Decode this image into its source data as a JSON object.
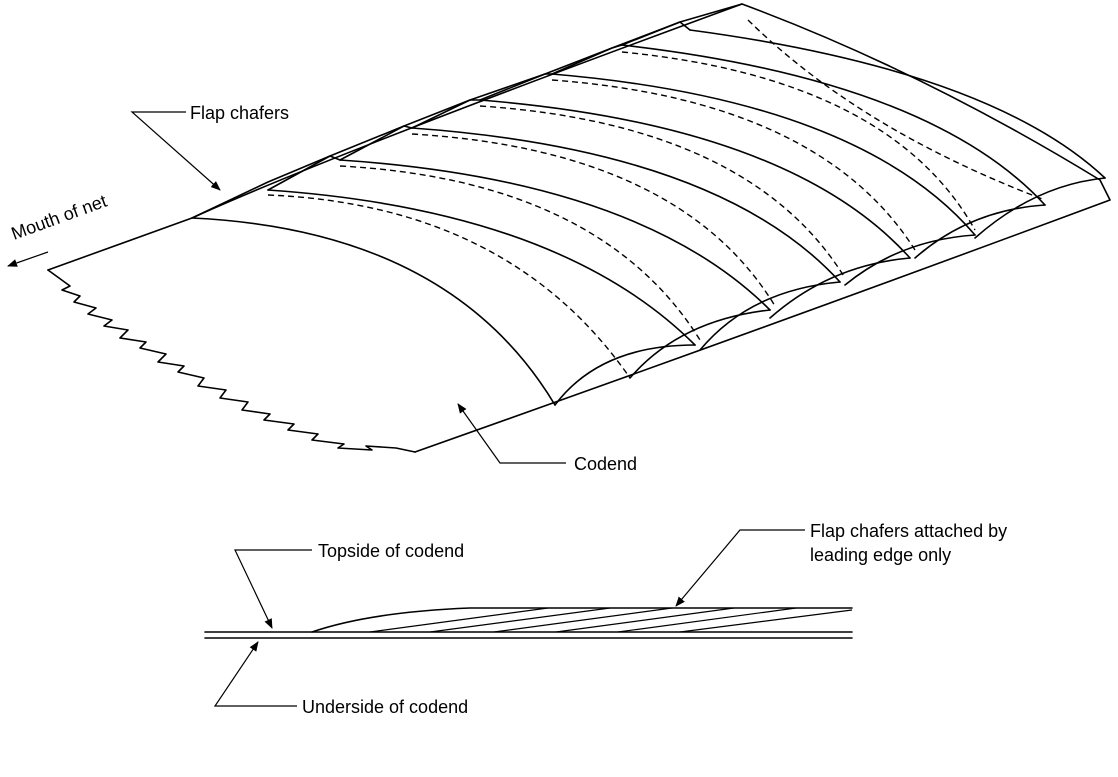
{
  "labels": {
    "flap_chafers": "Flap chafers",
    "mouth_of_net": "Mouth of net",
    "codend": "Codend",
    "flap_attached_line1": "Flap chafers attached by",
    "flap_attached_line2": "leading edge only",
    "topside": "Topside of codend",
    "underside": "Underside of codend"
  },
  "colors": {
    "line": "#000000",
    "background": "#ffffff"
  }
}
